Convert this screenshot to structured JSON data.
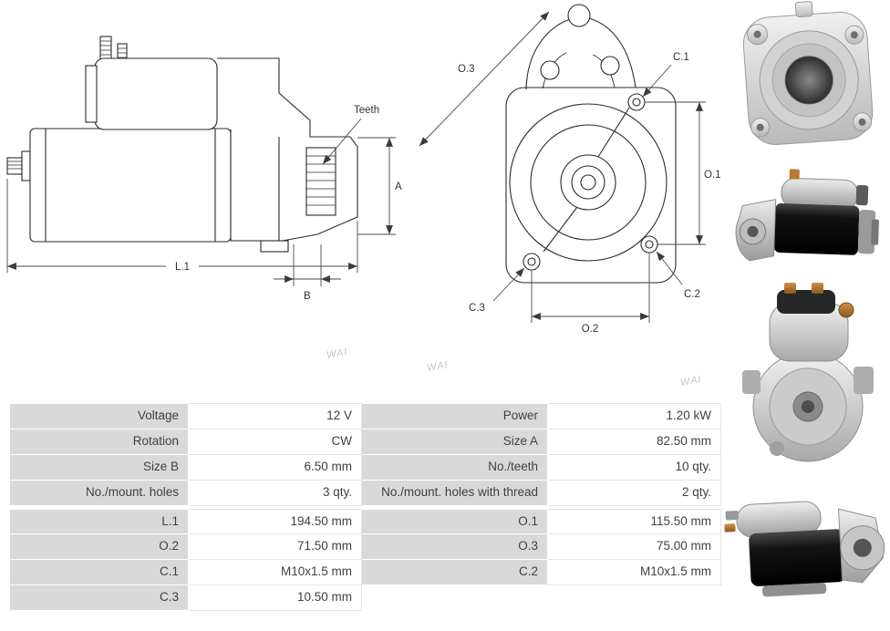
{
  "diagram_side": {
    "teeth_label": "Teeth",
    "dim_a": "A",
    "dim_b": "B",
    "dim_l1": "L.1"
  },
  "diagram_front": {
    "dim_o1": "O.1",
    "dim_o2": "O.2",
    "dim_o3": "O.3",
    "dim_c1": "C.1",
    "dim_c2": "C.2",
    "dim_c3": "C.3"
  },
  "watermarks": [
    "WAI",
    "WAI",
    "WAI"
  ],
  "spec_table_1": {
    "rows": [
      {
        "label_left": "Voltage",
        "value_left": "12 V",
        "label_right": "Power",
        "value_right": "1.20 kW"
      },
      {
        "label_left": "Rotation",
        "value_left": "CW",
        "label_right": "Size A",
        "value_right": "82.50 mm"
      },
      {
        "label_left": "Size B",
        "value_left": "6.50 mm",
        "label_right": "No./teeth",
        "value_right": "10 qty."
      },
      {
        "label_left": "No./mount. holes",
        "value_left": "3 qty.",
        "label_right": "No./mount. holes with thread",
        "value_right": "2 qty."
      }
    ]
  },
  "spec_table_2": {
    "rows": [
      {
        "label_left": "L.1",
        "value_left": "194.50 mm",
        "label_right": "O.1",
        "value_right": "115.50 mm"
      },
      {
        "label_left": "O.2",
        "value_left": "71.50 mm",
        "label_right": "O.3",
        "value_right": "75.00 mm"
      },
      {
        "label_left": "C.1",
        "value_left": "M10x1.5 mm",
        "label_right": "C.2",
        "value_right": "M10x1.5 mm"
      },
      {
        "label_left": "C.3",
        "value_left": "10.50 mm",
        "label_right": "",
        "value_right": ""
      }
    ]
  },
  "colors": {
    "table_label_bg": "#d9d9d9",
    "table_border": "#e4e4e4",
    "text": "#3f3f3f",
    "drawing_line": "#2b2b2b"
  }
}
